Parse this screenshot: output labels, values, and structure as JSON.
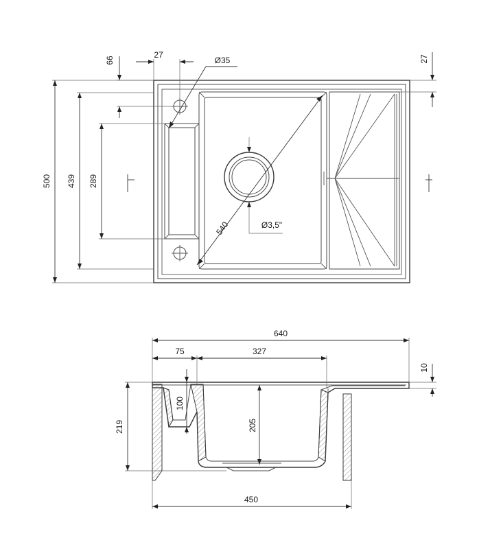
{
  "top_view": {
    "dim_overall_height": "500",
    "dim_inner_height": "439",
    "dim_bowl_height": "289",
    "dim_tap_offset_y": "66",
    "dim_tap_offset_x": "27",
    "dim_tap_hole": "Ø35",
    "dim_drain_edge": "27",
    "dim_diagonal": "540",
    "dim_drain": "Ø3,5\""
  },
  "side_view": {
    "dim_overall_width": "640",
    "dim_left_wall": "75",
    "dim_bowl_width": "327",
    "dim_rim": "10",
    "dim_total_depth": "219",
    "dim_shelf_depth": "100",
    "dim_bowl_depth": "205",
    "dim_cabinet": "450"
  },
  "colors": {
    "line": "#3a3a3a",
    "text": "#1a1a1a",
    "background": "#ffffff"
  }
}
